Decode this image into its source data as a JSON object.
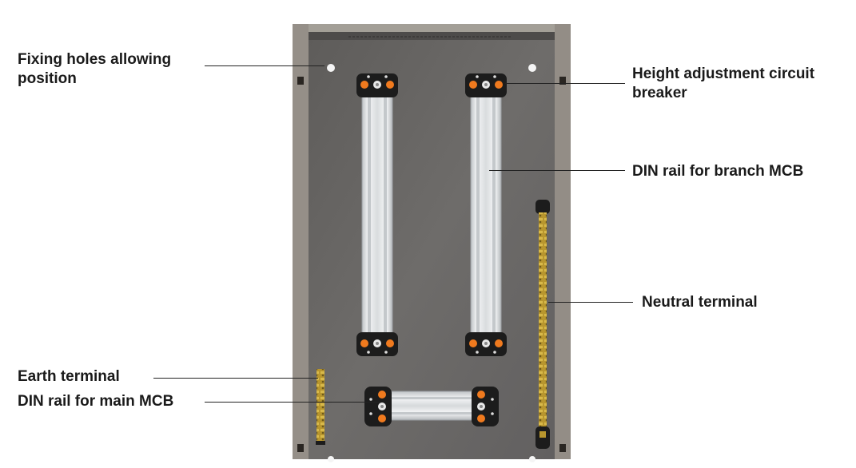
{
  "labels": {
    "fixing_holes_line1": "Fixing holes allowing",
    "fixing_holes_line2": "position",
    "height_adjust_line1": "Height adjustment circuit",
    "height_adjust_line2": "breaker",
    "din_branch": "DIN rail for branch MCB",
    "neutral_terminal": "Neutral terminal",
    "earth_terminal": "Earth terminal",
    "din_main": "DIN rail for main MCB"
  },
  "colors": {
    "enclosure_frame": "#a39f97",
    "back_plate": "#6d6b69",
    "rail": "#e6e8ea",
    "bracket": "#1c1c1c",
    "orange_screw": "#f07a1e",
    "brass_terminal": "#b8962e"
  }
}
